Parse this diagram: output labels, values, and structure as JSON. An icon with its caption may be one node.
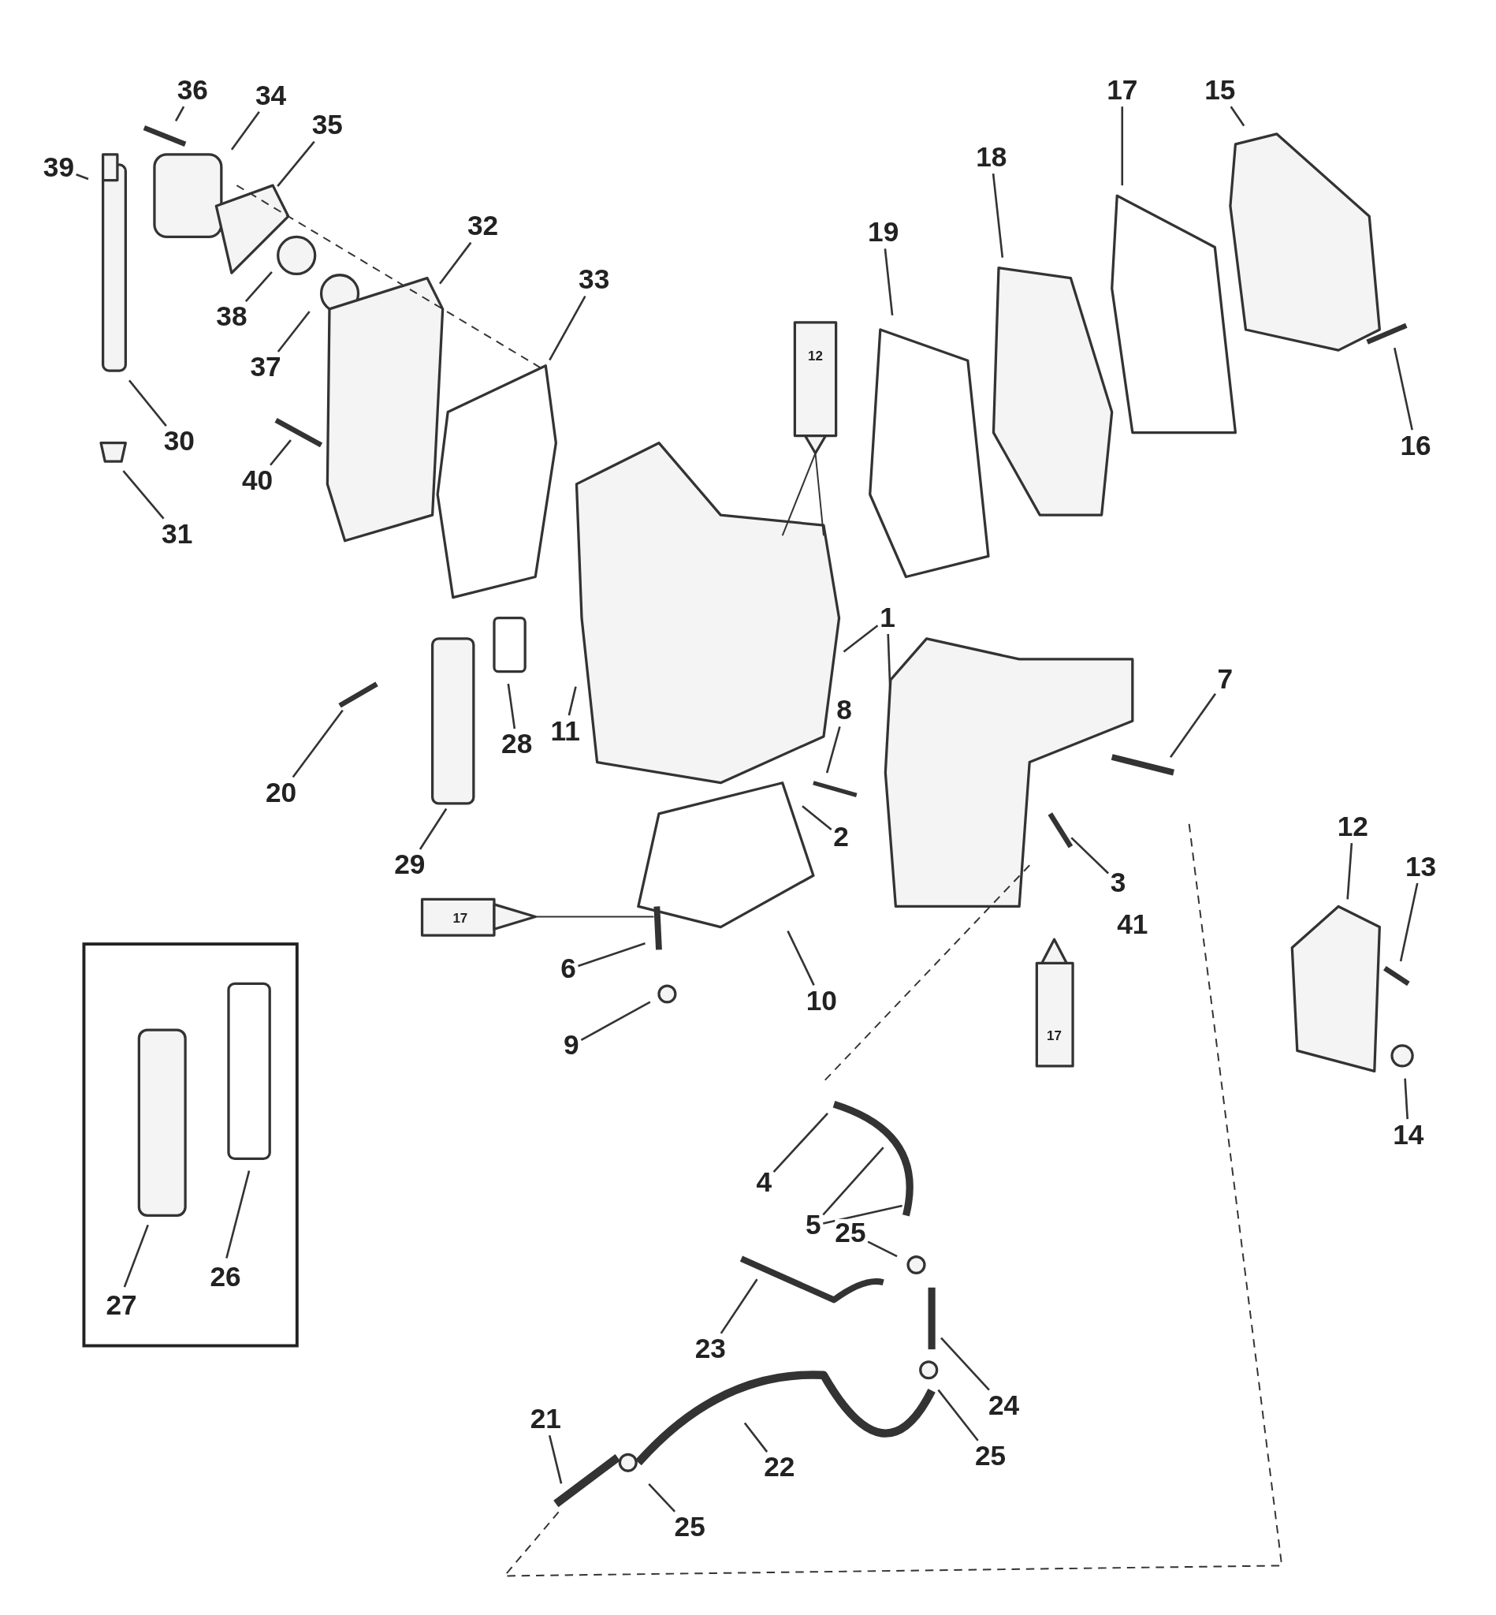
{
  "diagram": {
    "nodes": [
      {
        "text": [
          "36"
        ]
      },
      {
        "text": [
          "34"
        ]
      },
      {
        "text": [
          "35"
        ]
      },
      {
        "text": [
          "39"
        ]
      },
      {
        "text": [
          "32"
        ]
      },
      {
        "text": [
          "38"
        ]
      },
      {
        "text": [
          "37"
        ]
      },
      {
        "text": [
          "30"
        ]
      },
      {
        "text": [
          "40"
        ]
      },
      {
        "text": [
          "31"
        ]
      },
      {
        "text": [
          "33"
        ]
      },
      {
        "text": [
          "19"
        ]
      },
      {
        "text": [
          "18"
        ]
      },
      {
        "text": [
          "17"
        ]
      },
      {
        "text": [
          "15"
        ]
      },
      {
        "text": [
          "16"
        ]
      },
      {
        "text": [
          "1"
        ]
      },
      {
        "text": [
          "7"
        ]
      },
      {
        "text": [
          "8"
        ]
      },
      {
        "text": [
          "11"
        ]
      },
      {
        "text": [
          "28"
        ]
      },
      {
        "text": [
          "20"
        ]
      },
      {
        "text": [
          "29"
        ]
      },
      {
        "text": [
          "2"
        ]
      },
      {
        "text": [
          "3"
        ]
      },
      {
        "text": [
          "41"
        ]
      },
      {
        "text": [
          "12"
        ]
      },
      {
        "text": [
          "13"
        ]
      },
      {
        "text": [
          "14"
        ]
      },
      {
        "text": [
          "6"
        ]
      },
      {
        "text": [
          "9"
        ]
      },
      {
        "text": [
          "10"
        ]
      },
      {
        "text": [
          "4"
        ]
      },
      {
        "text": [
          "5"
        ]
      },
      {
        "text": [
          "25"
        ]
      },
      {
        "text": [
          "23"
        ]
      },
      {
        "text": [
          "24"
        ]
      },
      {
        "text": [
          "25"
        ]
      },
      {
        "text": [
          "21"
        ]
      },
      {
        "text": [
          "22"
        ]
      },
      {
        "text": [
          "25"
        ]
      },
      {
        "text": [],
        "shape": "box"
      },
      {
        "text": [
          "26"
        ],
        "in": 41
      },
      {
        "text": [
          "27"
        ],
        "in": 41
      }
    ],
    "edges": [
      {
        "from": 0,
        "to": null,
        "arrow": "none"
      },
      {
        "from": 1,
        "to": null,
        "arrow": "none"
      },
      {
        "from": 2,
        "to": null,
        "arrow": "none"
      },
      {
        "from": 3,
        "to": null,
        "arrow": "none"
      },
      {
        "from": 4,
        "to": null,
        "arrow": "none"
      },
      {
        "from": 5,
        "to": null,
        "arrow": "none"
      },
      {
        "from": 6,
        "to": null,
        "arrow": "none"
      },
      {
        "from": 7,
        "to": null,
        "arrow": "none"
      },
      {
        "from": 8,
        "to": null,
        "arrow": "none"
      },
      {
        "from": 9,
        "to": null,
        "arrow": "none"
      },
      {
        "from": 10,
        "to": null,
        "arrow": "none"
      },
      {
        "from": 11,
        "to": null,
        "arrow": "none"
      },
      {
        "from": 12,
        "to": null,
        "arrow": "none"
      },
      {
        "from": 13,
        "to": null,
        "arrow": "none"
      },
      {
        "from": 14,
        "to": null,
        "arrow": "none"
      },
      {
        "from": 15,
        "to": null,
        "arrow": "none"
      },
      {
        "from": 16,
        "to": null,
        "arrow": "none"
      },
      {
        "from": 16,
        "to": null,
        "arrow": "none"
      },
      {
        "from": 17,
        "to": null,
        "arrow": "none"
      },
      {
        "from": 18,
        "to": null,
        "arrow": "none"
      },
      {
        "from": 19,
        "to": null,
        "arrow": "none"
      },
      {
        "from": 20,
        "to": null,
        "arrow": "none"
      },
      {
        "from": 21,
        "to": null,
        "arrow": "none"
      },
      {
        "from": 22,
        "to": null,
        "arrow": "none"
      },
      {
        "from": 23,
        "to": null,
        "arrow": "none"
      },
      {
        "from": 24,
        "to": null,
        "arrow": "none"
      },
      {
        "from": 26,
        "to": null,
        "arrow": "none"
      },
      {
        "from": 27,
        "to": null,
        "arrow": "none"
      },
      {
        "from": 28,
        "to": null,
        "arrow": "none"
      },
      {
        "from": 29,
        "to": null,
        "arrow": "none"
      },
      {
        "from": 30,
        "to": null,
        "arrow": "none"
      },
      {
        "from": 31,
        "to": null,
        "arrow": "none"
      },
      {
        "from": 32,
        "to": null,
        "arrow": "none"
      },
      {
        "from": 33,
        "to": null,
        "arrow": "none"
      },
      {
        "from": 33,
        "to": null,
        "arrow": "none"
      },
      {
        "from": 34,
        "to": null,
        "arrow": "none"
      },
      {
        "from": 35,
        "to": null,
        "arrow": "none"
      },
      {
        "from": 36,
        "to": null,
        "arrow": "none"
      },
      {
        "from": 37,
        "to": null,
        "arrow": "none"
      },
      {
        "from": 38,
        "to": null,
        "arrow": "none"
      },
      {
        "from": 39,
        "to": null,
        "arrow": "none"
      },
      {
        "from": 40,
        "to": null,
        "arrow": "none"
      },
      {
        "from": 42,
        "to": null,
        "arrow": "none"
      },
      {
        "from": 43,
        "to": null,
        "arrow": "none"
      }
    ],
    "labels": [
      "12",
      "17",
      "17"
    ]
  }
}
